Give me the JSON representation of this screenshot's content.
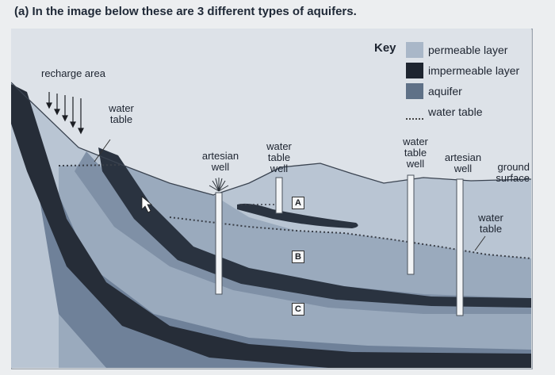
{
  "question": "(a) In the image below these are 3 different types of aquifers.",
  "labels": {
    "recharge_area": "recharge area",
    "water_table_left": "water table",
    "artesian_well_left": "artesian well",
    "water_table_well": "water table well",
    "water_table_well_right": "water table well",
    "artesian_well_right": "artesian well",
    "ground_surface": "ground surface",
    "water_table_right": "water table"
  },
  "key": {
    "title": "Key",
    "items": [
      {
        "label": "permeable layer",
        "color": "#a9b7c8"
      },
      {
        "label": "impermeable layer",
        "color": "#1e2530"
      },
      {
        "label": "aquifer",
        "color": "#5f7187"
      },
      {
        "label": "water table",
        "color": "#444444"
      }
    ]
  },
  "aquifers": [
    "A",
    "B",
    "C"
  ]
}
